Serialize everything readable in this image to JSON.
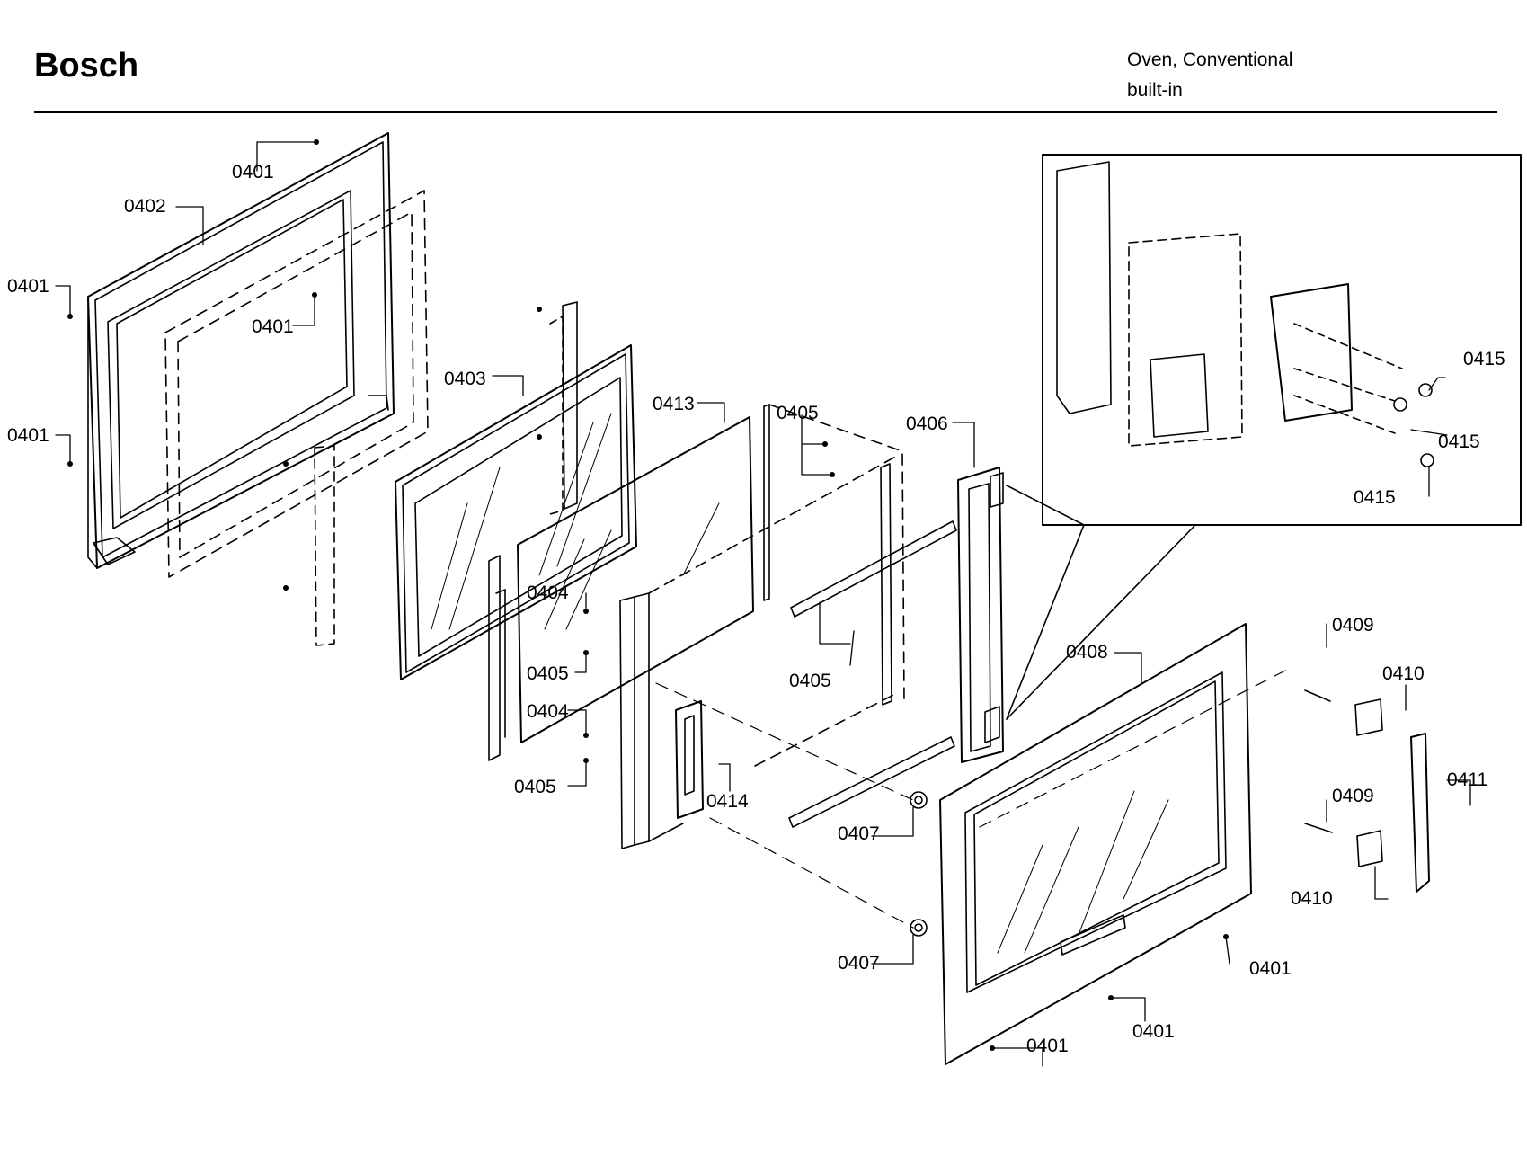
{
  "header": {
    "brand": "Bosch",
    "product_line1": "Oven, Conventional",
    "product_line2": "built-in"
  },
  "callouts": {
    "p0401": "0401",
    "p0402": "0402",
    "p0403": "0403",
    "p0404": "0404",
    "p0405": "0405",
    "p0406": "0406",
    "p0407": "0407",
    "p0408": "0408",
    "p0409": "0409",
    "p0410": "0410",
    "p0411": "0411",
    "p0413": "0413",
    "p0414": "0414",
    "p0415": "0415"
  }
}
